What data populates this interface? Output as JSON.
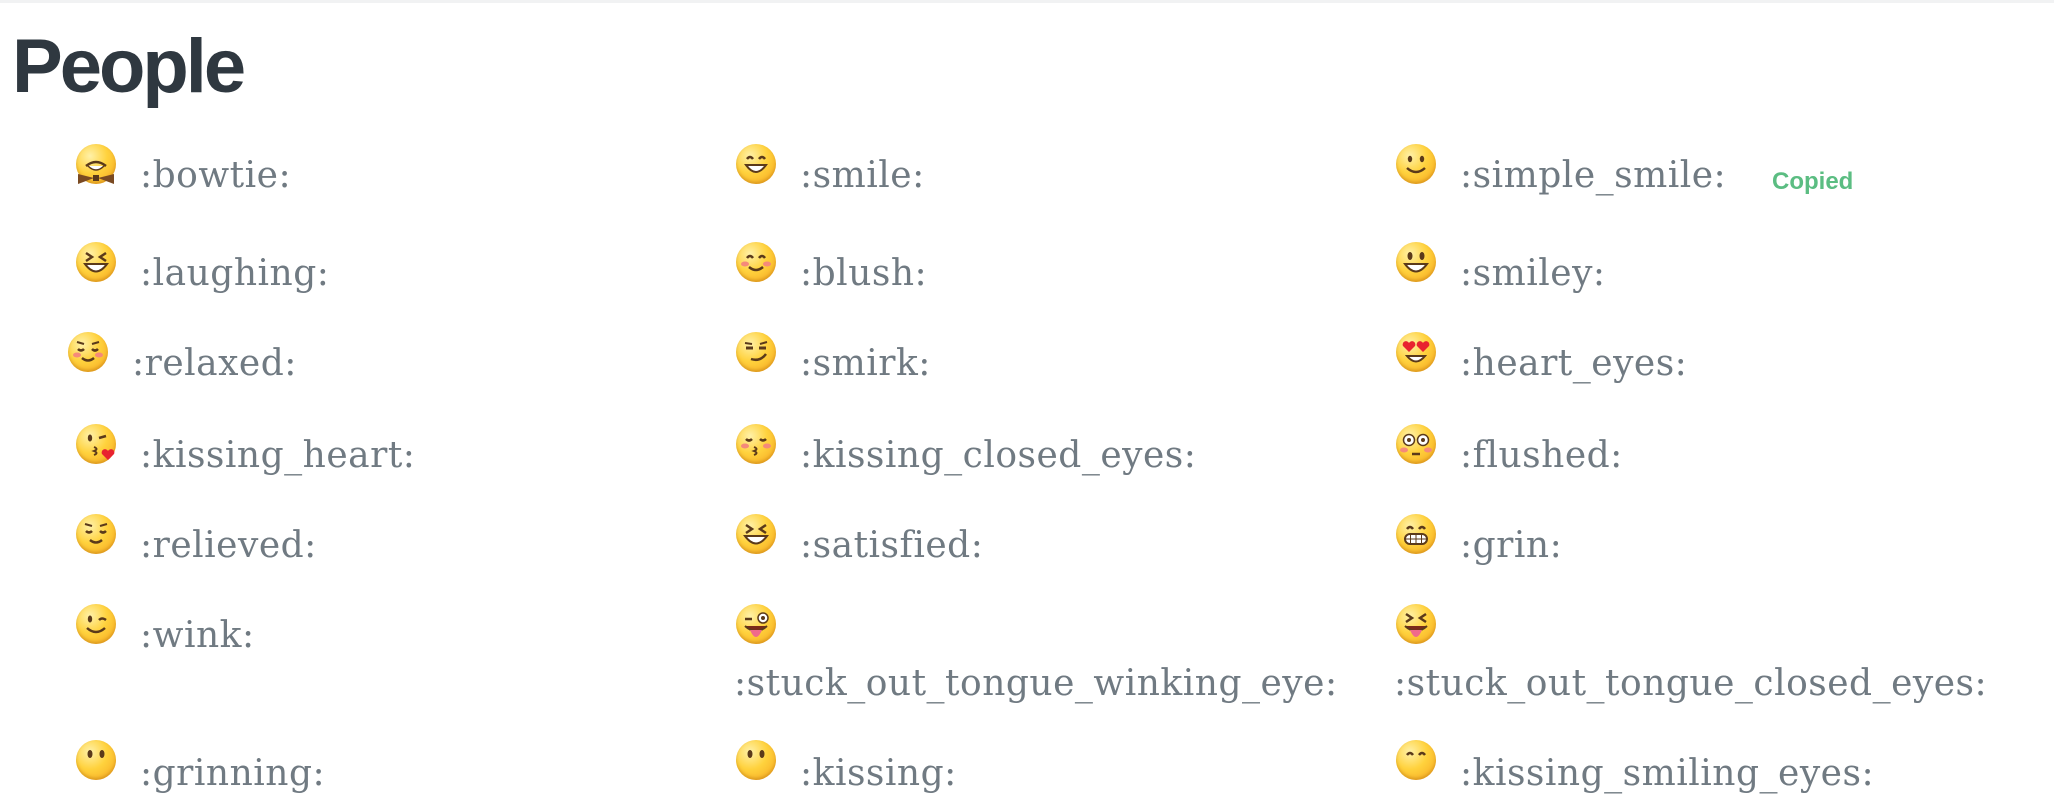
{
  "section": {
    "title": "People"
  },
  "copied_label": "Copied",
  "colors": {
    "title": "#2f3840",
    "code": "#707a82",
    "copied": "#5bbd82",
    "emoji": "#ffd23d"
  },
  "emojis": [
    {
      "code": ":bowtie:",
      "icon": "bowtie-icon"
    },
    {
      "code": ":smile:",
      "icon": "smile-icon"
    },
    {
      "code": ":simple_smile:",
      "icon": "simple-smile-icon",
      "status": "Copied"
    },
    {
      "code": ":laughing:",
      "icon": "laughing-icon"
    },
    {
      "code": ":blush:",
      "icon": "blush-icon"
    },
    {
      "code": ":smiley:",
      "icon": "smiley-icon"
    },
    {
      "code": ":relaxed:",
      "icon": "relaxed-icon"
    },
    {
      "code": ":smirk:",
      "icon": "smirk-icon"
    },
    {
      "code": ":heart_eyes:",
      "icon": "heart-eyes-icon"
    },
    {
      "code": ":kissing_heart:",
      "icon": "kissing-heart-icon"
    },
    {
      "code": ":kissing_closed_eyes:",
      "icon": "kissing-closed-eyes-icon"
    },
    {
      "code": ":flushed:",
      "icon": "flushed-icon"
    },
    {
      "code": ":relieved:",
      "icon": "relieved-icon"
    },
    {
      "code": ":satisfied:",
      "icon": "satisfied-icon"
    },
    {
      "code": ":grin:",
      "icon": "grin-icon"
    },
    {
      "code": ":wink:",
      "icon": "wink-icon"
    },
    {
      "code": ":stuck_out_tongue_winking_eye:",
      "icon": "stuck-out-tongue-winking-eye-icon"
    },
    {
      "code": ":stuck_out_tongue_closed_eyes:",
      "icon": "stuck-out-tongue-closed-eyes-icon"
    },
    {
      "code": ":grinning:",
      "icon": "grinning-icon"
    },
    {
      "code": ":kissing:",
      "icon": "kissing-icon"
    },
    {
      "code": ":kissing_smiling_eyes:",
      "icon": "kissing-smiling-eyes-icon"
    }
  ]
}
